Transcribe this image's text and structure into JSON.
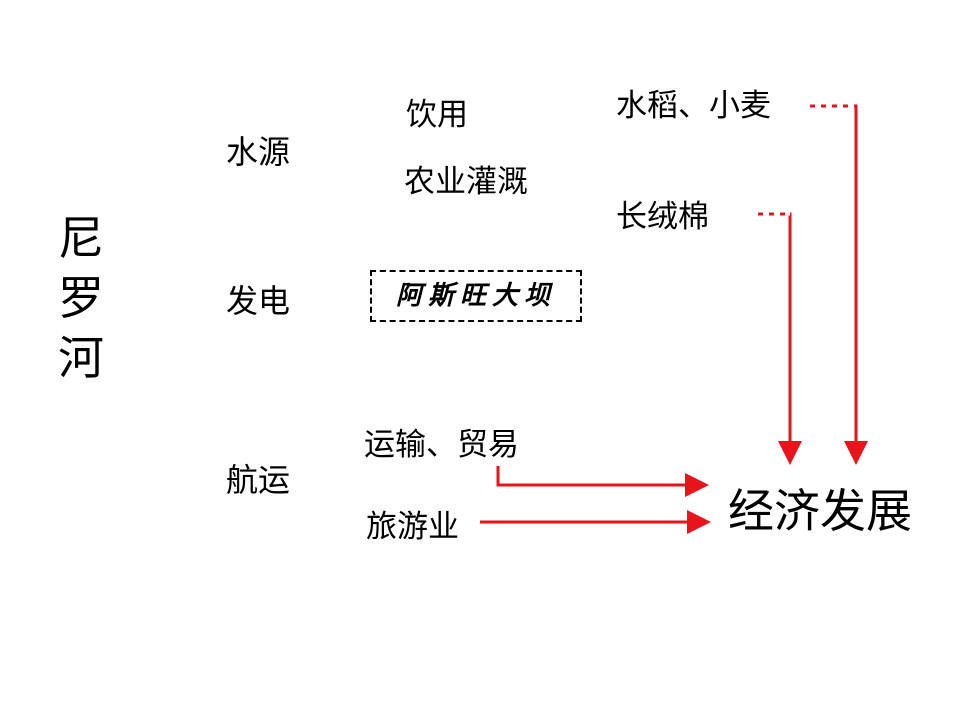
{
  "river": {
    "chars": [
      "尼",
      "罗",
      "河"
    ]
  },
  "categories": {
    "water_source": "水源",
    "power": "发电",
    "shipping": "航运"
  },
  "items": {
    "drinking": "饮用",
    "irrigation": "农业灌溉",
    "dam": "阿斯旺大坝",
    "transport_trade": "运输、贸易",
    "tourism": "旅游业"
  },
  "crops": {
    "rice_wheat": "水稻、小麦",
    "cotton": "长绒棉"
  },
  "result": "经济发展",
  "colors": {
    "arrow": "#e8141c",
    "text": "#000000",
    "background": "#ffffff"
  }
}
